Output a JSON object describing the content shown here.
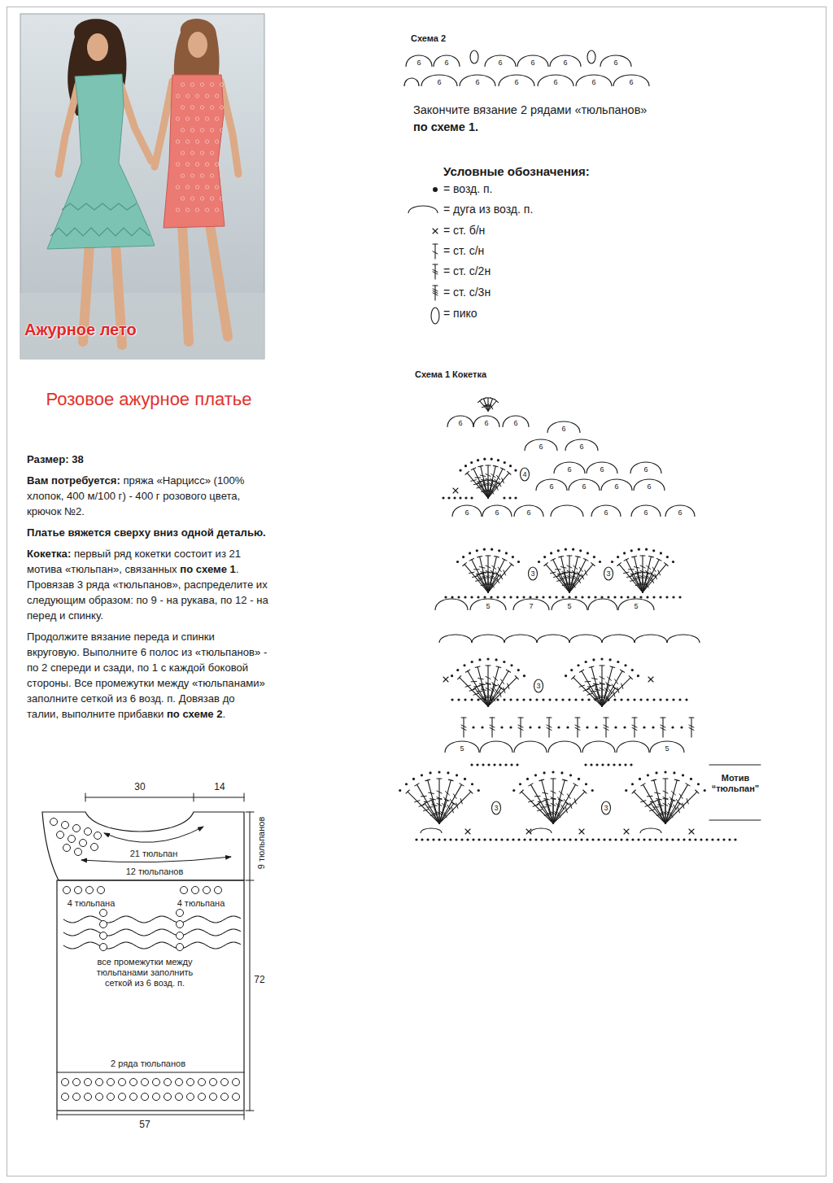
{
  "diagram": {
    "title": "Розовое ажурное платье",
    "labels": [
      "Ажурное лето",
      "Размер: 38",
      "Вам потребуется:",
      "пряжа «Нарцисс» (100% хлопок, 400 м/100 г) - 400 г розового цвета, крючок №2.",
      "Платье вяжется сверху вниз одной деталью.",
      "Кокетка:",
      "первый ряд кокетки состоит из 21 мотива «тюльпан», связанных",
      "по схеме 1",
      ". Провязав 3 ряда «тюльпанов», распределите их следующим образом: по 9 - на рукава, по 12 - на перед и спинку.",
      "Продолжите вязание переда и спинки вкруговую. Выполните 6 полос из «тюльпанов» - по 2 спереди и сзади, по 1 с каждой боковой стороны. Все промежутки между «тюльпанами» заполните сеткой из 6 возд. п. Довязав до талии, выполните прибавки",
      "по схеме 2",
      ".",
      "30",
      "14",
      "21 тюльпан",
      "12 тюльпанов",
      "9 тюльпанов",
      "4 тюльпана",
      "4 тюльпана",
      "все промежутки между тюльпанами заполнить сеткой из 6 возд. п.",
      "72",
      "2 ряда тюльпанов",
      "57",
      "Схема 2",
      "6",
      "6",
      "6",
      "6",
      "6",
      "6",
      "6",
      "6",
      "6",
      "6",
      "6",
      "6",
      "Закончите вязание 2 рядами «тюльпанов»",
      "по схеме 1.",
      "Условные обозначения:",
      "Схема 1 Кокетка",
      "6",
      "6",
      "6",
      "6",
      "6",
      "6",
      "4",
      "6",
      "6",
      "6",
      "6",
      "6",
      "6",
      "6",
      "6",
      "6",
      "6",
      "6",
      "6",
      "6",
      "3",
      "3",
      "5",
      "7",
      "5",
      "5",
      "3",
      "5",
      "5",
      "3",
      "3",
      "Мотив “тюльпан”"
    ],
    "legend": [
      {
        "text": "= возд. п."
      },
      {
        "text": "= дуга из возд. п."
      },
      {
        "text": "= ст. б/н"
      },
      {
        "text": "= ст. с/н"
      },
      {
        "text": "= ст. с/2н"
      },
      {
        "text": "= ст. с/3н"
      },
      {
        "text": "= пико"
      }
    ]
  }
}
